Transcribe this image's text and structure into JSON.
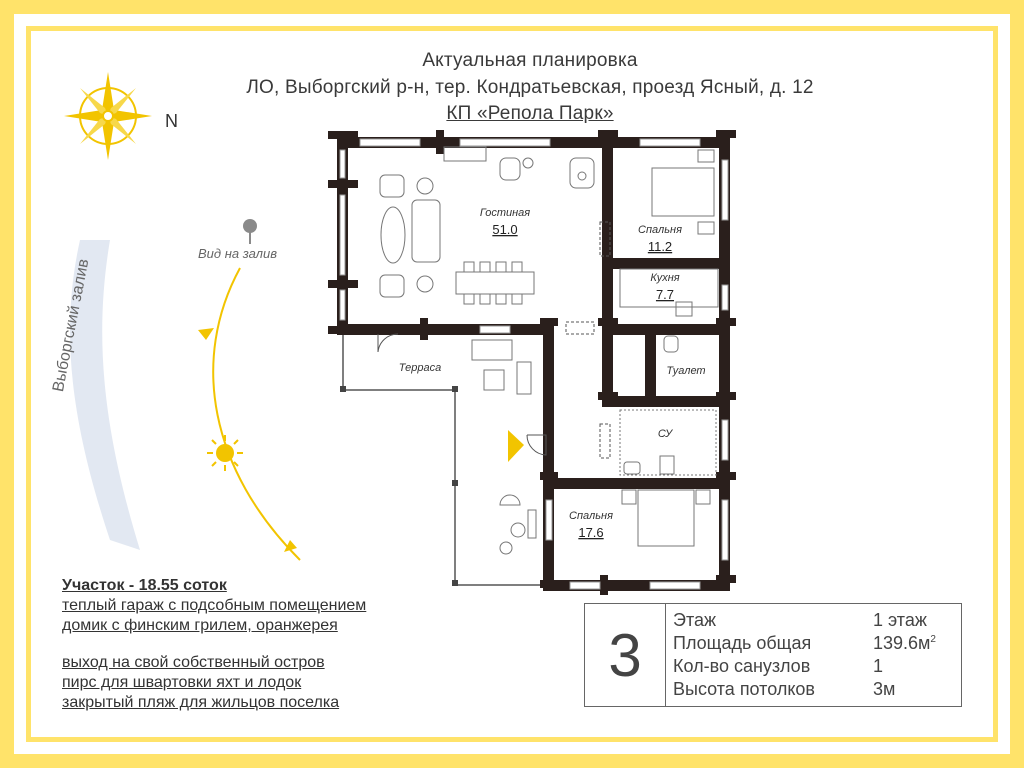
{
  "header": {
    "title": "Актуальная планировка",
    "address": "ЛО, Выборгский р-н, тер. Кондратьевская, проезд Ясный, д. 12",
    "project": "КП «Репола Парк»"
  },
  "compass": {
    "north_label": "N"
  },
  "surroundings": {
    "view_label": "Вид на залив",
    "bay_label": "Выборгский залив"
  },
  "rooms": {
    "living": {
      "name": "Гостиная",
      "area": "51.0"
    },
    "bedroom1": {
      "name": "Спальня",
      "area": "11.2"
    },
    "kitchen": {
      "name": "Кухня",
      "area": "7.7"
    },
    "terrace": {
      "name": "Терраса"
    },
    "toilet": {
      "name": "Туалет"
    },
    "bathroom": {
      "name": "СУ"
    },
    "bedroom2": {
      "name": "Спальня",
      "area": "17.6"
    }
  },
  "plot": {
    "heading": "Участок - 18.55 соток",
    "lines": [
      "теплый гараж с подсобным помещением",
      "домик с финским грилем, оранжерея"
    ]
  },
  "amenities": [
    "выход на свой собственный остров",
    "пирс для швартовки яхт и лодок",
    "закрытый пляж для жильцов поселка"
  ],
  "info": {
    "number": "3",
    "rows": [
      {
        "key": "Этаж",
        "value": "1 этаж"
      },
      {
        "key": "Площадь общая",
        "value": "139.6м",
        "sup": "2"
      },
      {
        "key": "Кол-во санузлов",
        "value": "1"
      },
      {
        "key": "Высота потолков",
        "value": "3м"
      }
    ]
  },
  "colors": {
    "background": "#ffe36a",
    "walls": "#2a1f1c",
    "accent": "#f2c400"
  }
}
